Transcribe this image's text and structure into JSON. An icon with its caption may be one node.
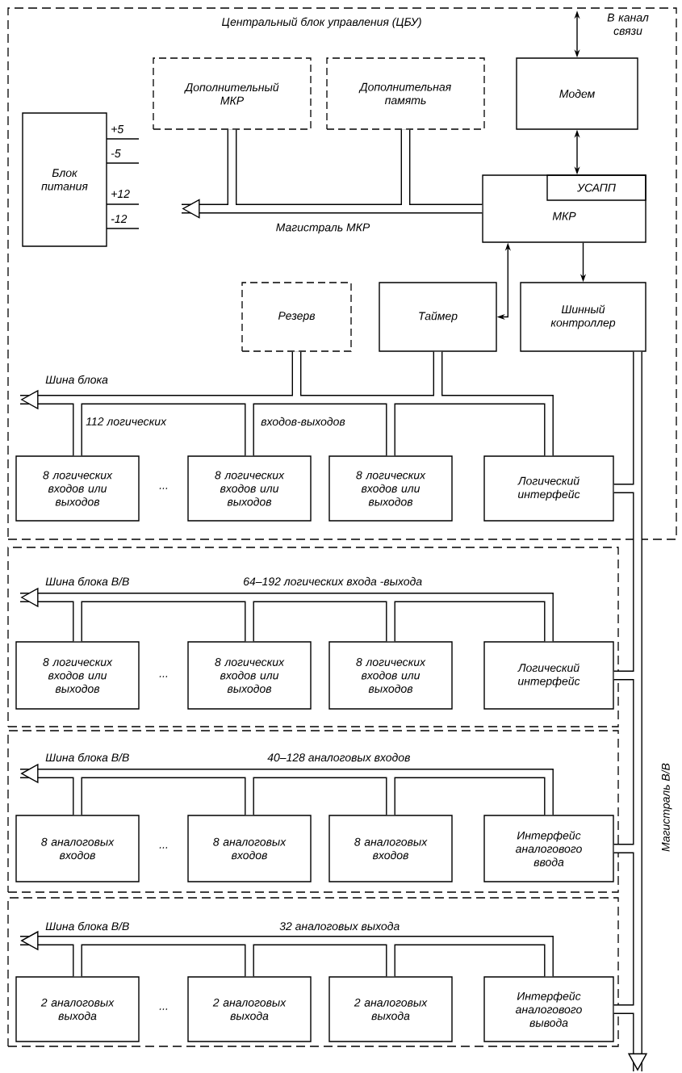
{
  "diagram": {
    "nodes": [
      {
        "text": [
          "Центральный блок управления (ЦБУ)"
        ]
      },
      {
        "text": [
          "Дополнительный МКР"
        ],
        "in": 0
      },
      {
        "text": [
          "Дополнительная память"
        ],
        "in": 0
      },
      {
        "text": [
          "Модем"
        ],
        "in": 0
      },
      {
        "text": [
          "Блок питания"
        ],
        "in": 0,
        "beside": [
          "+5",
          "-5",
          "+12",
          "-12"
        ]
      },
      {
        "text": [
          "МКР"
        ],
        "in": 0
      },
      {
        "text": [
          "УСАПП"
        ],
        "in": 5
      },
      {
        "text": [
          "Резерв"
        ],
        "in": 0
      },
      {
        "text": [
          "Таймер"
        ],
        "in": 0
      },
      {
        "text": [
          "Шинный контроллер"
        ],
        "in": 0
      },
      {
        "text": [
          "8 логических входов или выходов"
        ],
        "in": 0
      },
      {
        "text": [
          "8 логических входов или выходов"
        ],
        "in": 0
      },
      {
        "text": [
          "8 логических входов или выходов"
        ],
        "in": 0
      },
      {
        "text": [
          "Логический интерфейс"
        ],
        "in": 0
      },
      {
        "text": [],
        "shape": "box"
      },
      {
        "text": [
          "8 логических входов или выходов"
        ],
        "in": 14
      },
      {
        "text": [
          "8 логических входов или выходов"
        ],
        "in": 14
      },
      {
        "text": [
          "8 логических входов или выходов"
        ],
        "in": 14
      },
      {
        "text": [
          "Логический интерфейс"
        ],
        "in": 14
      },
      {
        "text": [],
        "shape": "box"
      },
      {
        "text": [
          "8 аналоговых входов"
        ],
        "in": 19
      },
      {
        "text": [
          "8 аналоговых входов"
        ],
        "in": 19
      },
      {
        "text": [
          "8 аналоговых входов"
        ],
        "in": 19
      },
      {
        "text": [
          "Интерфейс аналогового ввода"
        ],
        "in": 19
      },
      {
        "text": [],
        "shape": "box"
      },
      {
        "text": [
          "2 аналоговых выхода"
        ],
        "in": 24
      },
      {
        "text": [
          "2 аналоговых выхода"
        ],
        "in": 24
      },
      {
        "text": [
          "2 аналоговых выхода"
        ],
        "in": 24
      },
      {
        "text": [
          "Интерфейс аналогового вывода"
        ],
        "in": 24
      }
    ],
    "edges": [
      {
        "from": 5,
        "to": null,
        "arrow": "to",
        "label": "Магистраль МКР"
      },
      {
        "from": 1,
        "to": 5,
        "arrow": "none"
      },
      {
        "from": 2,
        "to": 5,
        "arrow": "none"
      },
      {
        "from": null,
        "to": 3,
        "arrow": "both",
        "label": "В канал связи"
      },
      {
        "from": 3,
        "to": 6,
        "arrow": "both"
      },
      {
        "from": 5,
        "to": 8,
        "arrow": "both"
      },
      {
        "from": 5,
        "to": 9,
        "arrow": "to"
      },
      {
        "from": 13,
        "to": null,
        "arrow": "to",
        "label": "Шина блока"
      },
      {
        "from": 7,
        "to": 13,
        "arrow": "none"
      },
      {
        "from": 8,
        "to": 13,
        "arrow": "none"
      },
      {
        "from": 10,
        "to": 13,
        "arrow": "none"
      },
      {
        "from": 11,
        "to": 13,
        "arrow": "none"
      },
      {
        "from": 12,
        "to": 13,
        "arrow": "none"
      },
      {
        "from": 18,
        "to": null,
        "arrow": "to",
        "label": "Шина блока В/В"
      },
      {
        "from": 15,
        "to": 18,
        "arrow": "none"
      },
      {
        "from": 16,
        "to": 18,
        "arrow": "none"
      },
      {
        "from": 17,
        "to": 18,
        "arrow": "none"
      },
      {
        "from": 23,
        "to": null,
        "arrow": "to",
        "label": "Шина блока В/В"
      },
      {
        "from": 20,
        "to": 23,
        "arrow": "none"
      },
      {
        "from": 21,
        "to": 23,
        "arrow": "none"
      },
      {
        "from": 22,
        "to": 23,
        "arrow": "none"
      },
      {
        "from": 28,
        "to": null,
        "arrow": "to",
        "label": "Шина блока В/В"
      },
      {
        "from": 25,
        "to": 28,
        "arrow": "none"
      },
      {
        "from": 26,
        "to": 28,
        "arrow": "none"
      },
      {
        "from": 27,
        "to": 28,
        "arrow": "none"
      },
      {
        "from": 9,
        "to": null,
        "arrow": "to",
        "label": "Магистраль В/В"
      },
      {
        "from": 13,
        "to": 9,
        "arrow": "none"
      },
      {
        "from": 18,
        "to": 9,
        "arrow": "none"
      },
      {
        "from": 23,
        "to": 9,
        "arrow": "none"
      },
      {
        "from": 28,
        "to": 9,
        "arrow": "none"
      }
    ],
    "labels": [
      "112 логических",
      "входов-выходов",
      "...",
      "64–192 логических входа -выхода",
      "...",
      "40–128 аналоговых входов",
      "...",
      "32 аналоговых выхода",
      "..."
    ]
  }
}
